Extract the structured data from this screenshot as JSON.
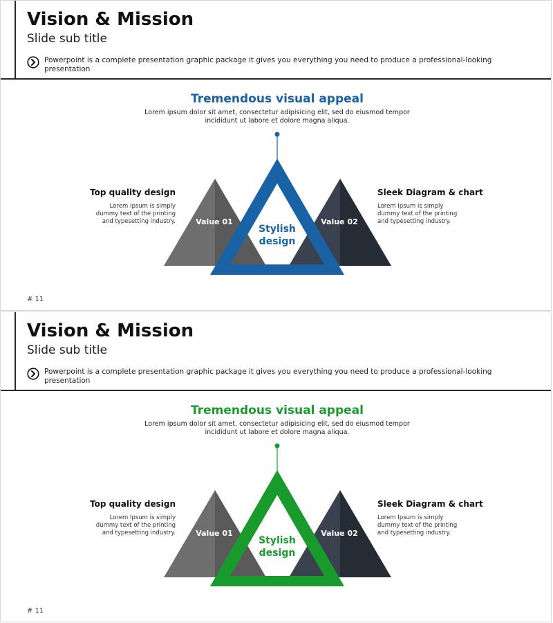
{
  "slides": [
    {
      "title": "Vision & Mission",
      "subtitle": "Slide sub title",
      "description": "Powerpoint is a complete presentation graphic package it gives you everything  you need  to produce a professional-looking presentation",
      "heading": "Tremendous  visual appeal",
      "heading_text": "Lorem ipsum dolor sit amet, consectetur adipisicing elit, sed do eiusmod tempor incididunt ut labore et dolore magna aliqua.",
      "left_title": "Top quality design",
      "left_text": "Lorem Ipsum is simply dummy text of the printing and typesetting industry.",
      "right_title": "Sleek Diagram & chart",
      "right_text": "Lorem Ipsum is simply dummy text of the printing and typesetting industry.",
      "value1": "Value 01",
      "value2": "Value 02",
      "center_label": "Stylish design",
      "page_number": "# 11",
      "accent": "#1a62a6"
    },
    {
      "title": "Vision & Mission",
      "subtitle": "Slide sub title",
      "description": "Powerpoint is a complete presentation graphic package it gives you everything  you need  to produce a professional-looking presentation",
      "heading": "Tremendous  visual appeal",
      "heading_text": "Lorem ipsum dolor sit amet, consectetur adipisicing elit, sed do eiusmod tempor incididunt ut labore et dolore magna aliqua.",
      "left_title": "Top quality design",
      "left_text": "Lorem Ipsum is simply dummy text of the printing and typesetting industry.",
      "right_title": "Sleek Diagram & chart",
      "right_text": "Lorem Ipsum is simply dummy text of the printing and typesetting industry.",
      "value1": "Value 01",
      "value2": "Value 02",
      "center_label": "Stylish design",
      "page_number": "# 11",
      "accent": "#189a2c"
    }
  ],
  "colors": {
    "left_triangle_light": "#6e6e6e",
    "left_triangle_dark": "#5a5a5a",
    "right_triangle_light": "#3a4250",
    "right_triangle_dark": "#262c36"
  },
  "icons": {
    "bullet": "circle-arrow-right-icon"
  }
}
